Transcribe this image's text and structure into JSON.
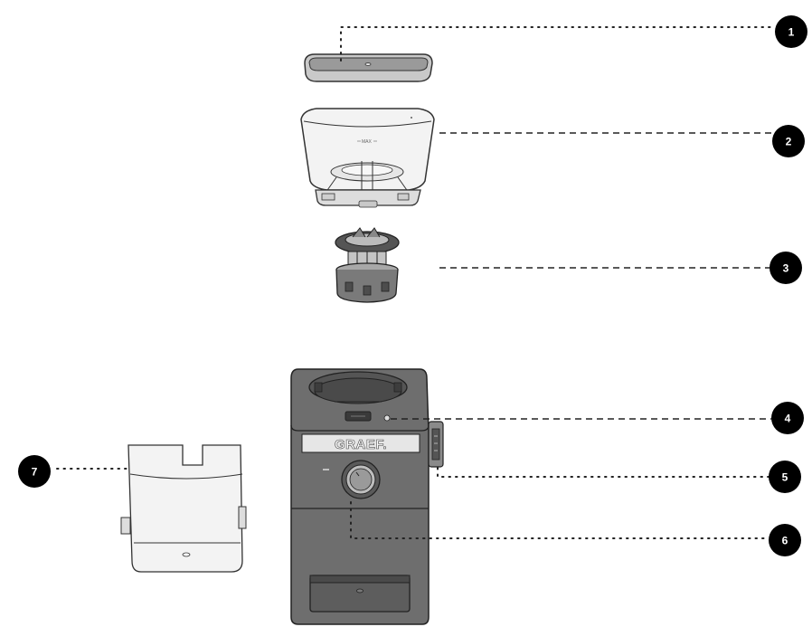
{
  "brand_label": "GRAEF.",
  "max_marking": "MAX",
  "callouts": [
    {
      "number": "1"
    },
    {
      "number": "2"
    },
    {
      "number": "3"
    },
    {
      "number": "4"
    },
    {
      "number": "5"
    },
    {
      "number": "6"
    },
    {
      "number": "7"
    }
  ],
  "colors": {
    "outline": "#333333",
    "body": "#6e6e6e",
    "body_dark": "#4a4a4a",
    "light_part": "#f0f0f0",
    "callout_fill": "#000000"
  }
}
